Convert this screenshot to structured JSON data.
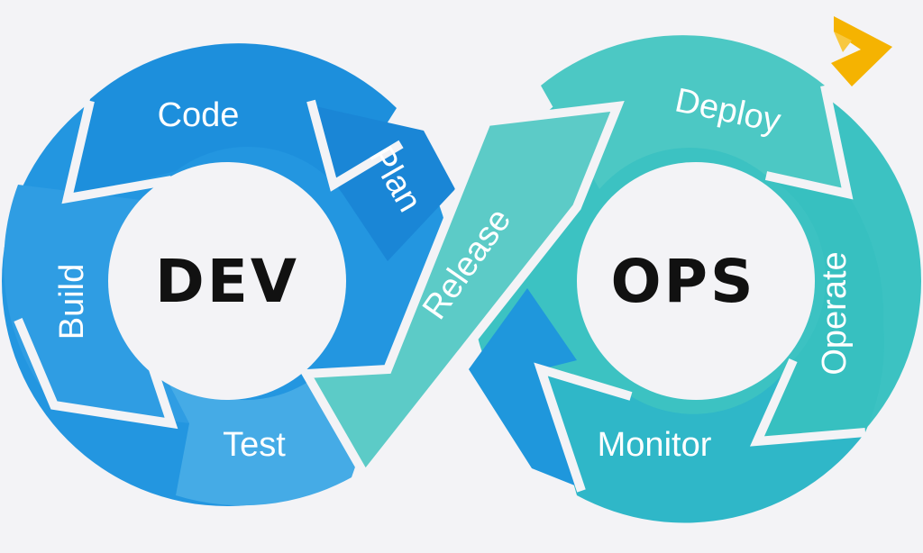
{
  "diagram": {
    "dev_label": "DEV",
    "ops_label": "OPS",
    "stages": {
      "plan": "Plan",
      "code": "Code",
      "build": "Build",
      "test": "Test",
      "release": "Release",
      "deploy": "Deploy",
      "operate": "Operate",
      "monitor": "Monitor"
    }
  },
  "colors": {
    "background": "#f3f3f6",
    "dev_dark": "#1a86d6",
    "dev_mid": "#2396e0",
    "dev_light": "#3aa6e6",
    "ops_release": "#5ccbc7",
    "ops_light": "#4cc8c4",
    "ops_mid": "#37c0c0",
    "ops_dark": "#2db3c9",
    "logo": "#f5b301"
  },
  "logo": {
    "icon": "chevron-arrow-logo-icon"
  }
}
